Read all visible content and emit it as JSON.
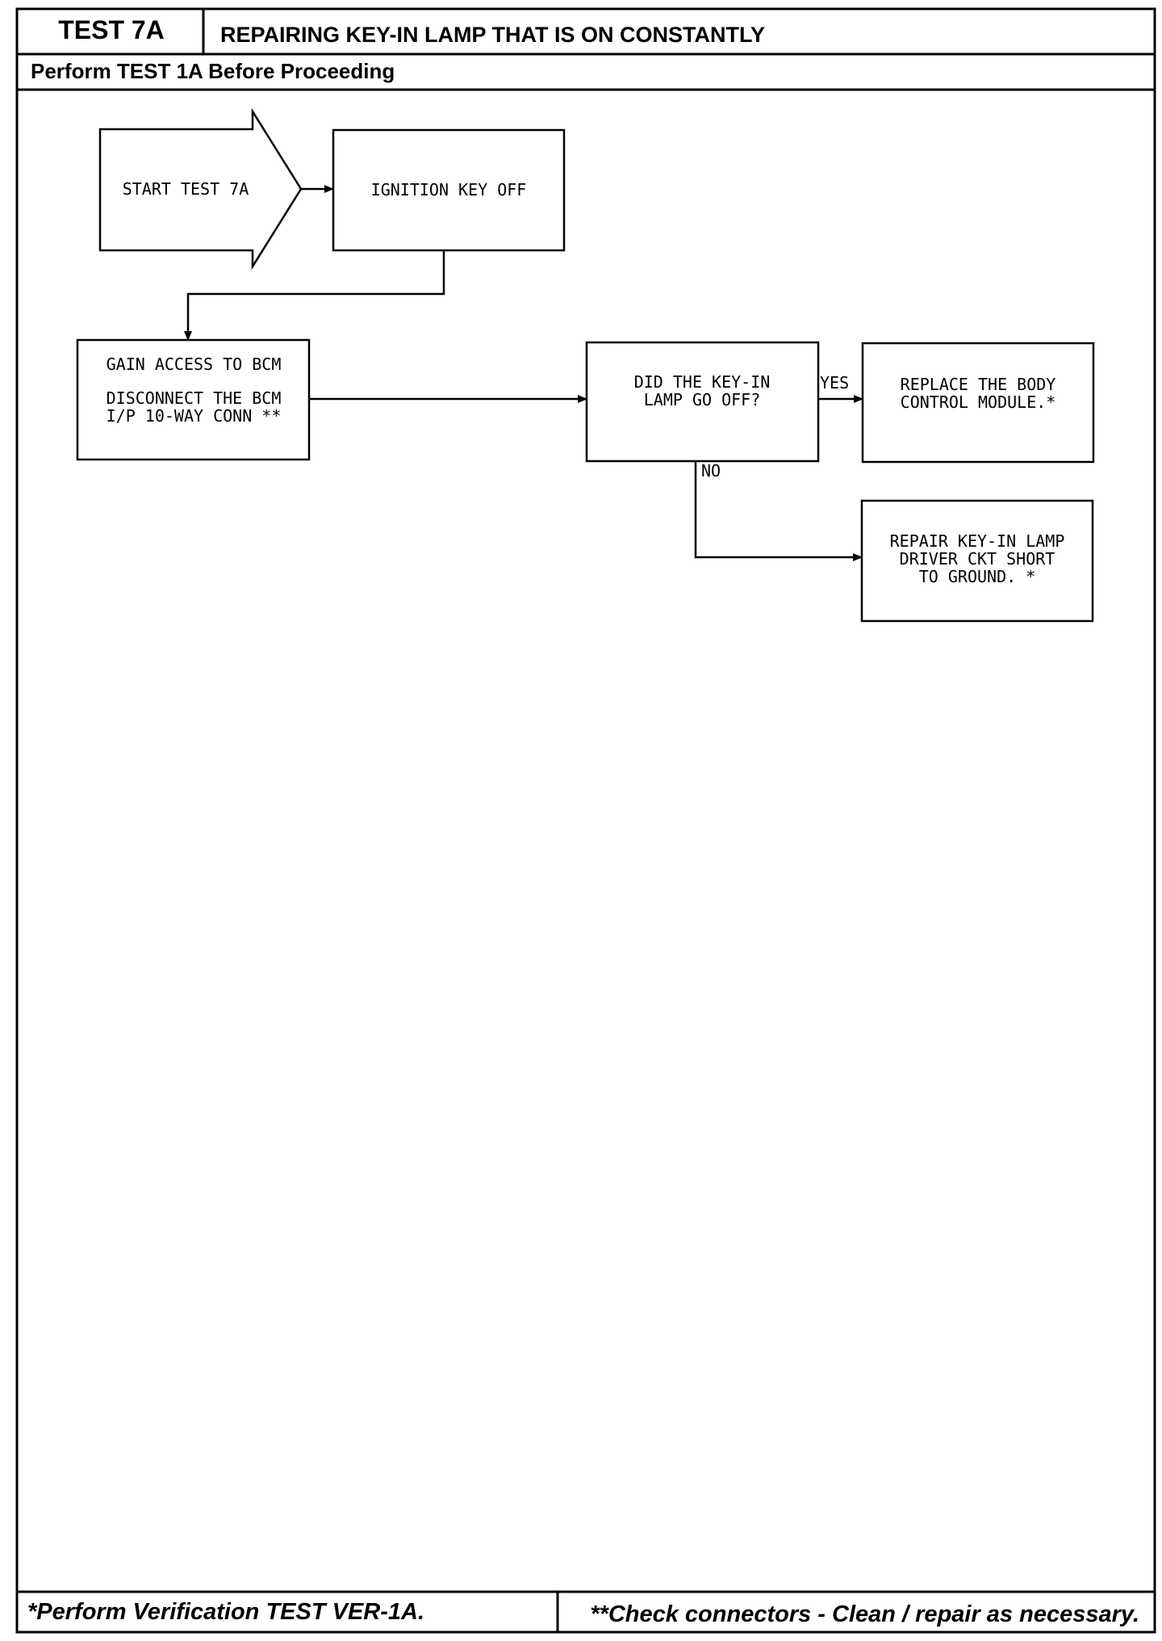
{
  "header": {
    "test_id": "TEST 7A",
    "title": "REPAIRING KEY-IN LAMP THAT IS ON CONSTANTLY",
    "prerequisite": "Perform TEST 1A Before Proceeding"
  },
  "flowchart": {
    "start": "START TEST 7A",
    "ignition": "IGNITION KEY OFF",
    "access_line1": "GAIN ACCESS TO BCM",
    "access_line2": "DISCONNECT THE BCM",
    "access_line3": "I/P 10-WAY CONN **",
    "decision_line1": "DID THE KEY-IN",
    "decision_line2": "LAMP GO OFF?",
    "yes_label": "YES",
    "no_label": "NO",
    "replace_line1": "REPLACE THE BODY",
    "replace_line2": "CONTROL MODULE.*",
    "repair_line1": "REPAIR KEY-IN LAMP",
    "repair_line2": "DRIVER CKT SHORT",
    "repair_line3": "TO GROUND. *"
  },
  "footer": {
    "left_note": "*Perform Verification TEST VER-1A.",
    "right_note": "**Check connectors - Clean / repair as necessary."
  }
}
